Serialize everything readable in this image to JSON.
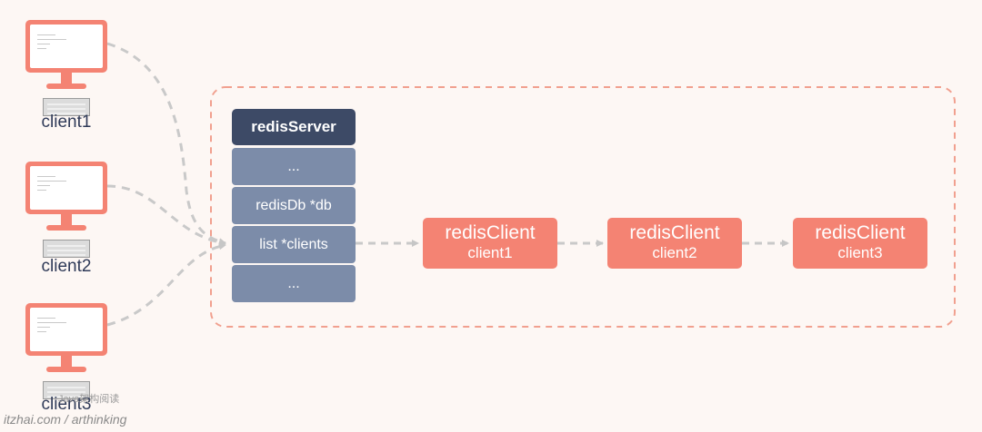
{
  "clients": [
    {
      "label": "client1"
    },
    {
      "label": "client2"
    },
    {
      "label": "client3"
    }
  ],
  "server": {
    "header": "redisServer",
    "rows": [
      "...",
      "redisDb *db",
      "list *clients",
      "..."
    ]
  },
  "client_list": [
    {
      "title": "redisClient",
      "name": "client1"
    },
    {
      "title": "redisClient",
      "name": "client2"
    },
    {
      "title": "redisClient",
      "name": "client3"
    }
  ],
  "watermark": {
    "cn": "Java架构阅读",
    "url": "itzhai.com / arthinking"
  },
  "colors": {
    "background": "#fdf7f4",
    "accent": "#f48373",
    "server_header": "#3d4a66",
    "server_row": "#7c8ca9",
    "connector": "#c9c9c9",
    "container_border": "#f1a08f"
  }
}
